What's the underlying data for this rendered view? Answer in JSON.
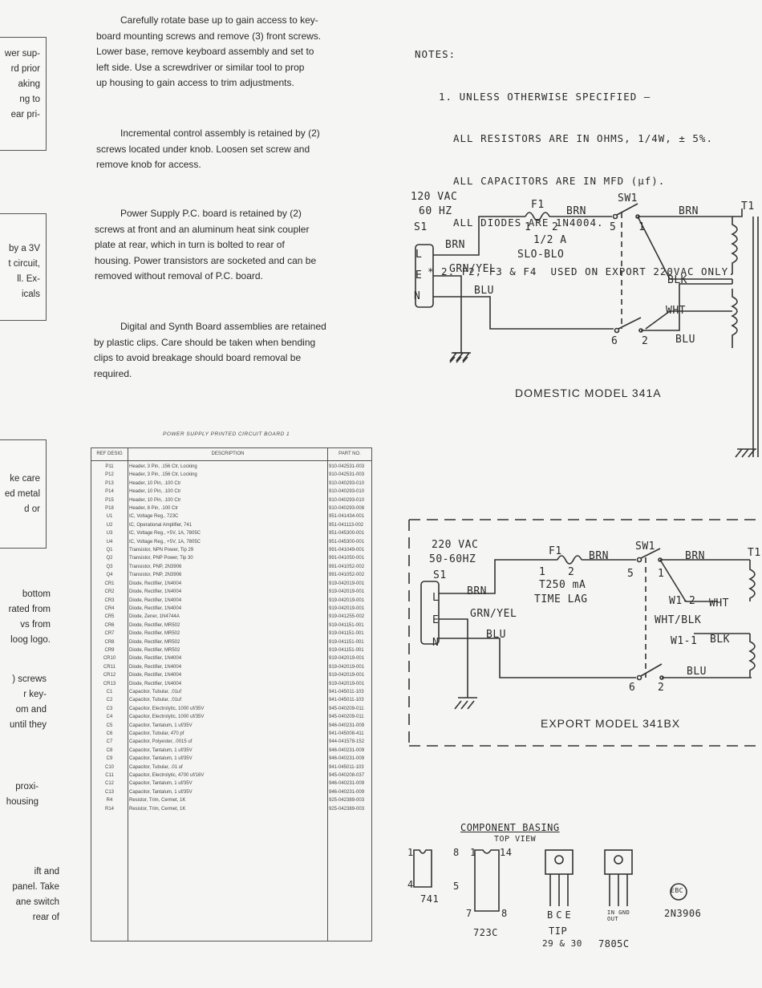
{
  "left_fragments": {
    "box1": [
      "wer sup-",
      "rd prior",
      "aking",
      "ng to",
      "ear pri-"
    ],
    "box2": [
      "by a 3V",
      "t circuit,",
      "ll. Ex-",
      "icals"
    ],
    "box3": [
      "ke care",
      "ed metal",
      "d or"
    ],
    "loose1": [
      "bottom",
      "rated from",
      "vs from",
      "loog logo."
    ],
    "loose2": [
      ") screws",
      "r key-",
      "om and",
      "until they"
    ],
    "loose3": [
      "proxi-",
      "housing"
    ],
    "loose4": [
      "ift and",
      "panel. Take",
      "ane switch",
      "rear of"
    ]
  },
  "paragraphs": [
    [
      "Carefully rotate base up to gain access to key-",
      "board mounting screws and remove (3) front screws.",
      "Lower base, remove keyboard assembly and set to",
      "left side. Use a screwdriver or similar tool to prop",
      "up housing to gain access to trim adjustments."
    ],
    [
      "Incremental control assembly is retained by (2)",
      "screws located under knob. Loosen set screw and",
      "remove knob for access."
    ],
    [
      "Power Supply P.C. board is retained by (2)",
      "screws at front and an aluminum heat sink coupler",
      "plate at rear, which in turn is bolted to rear of",
      "housing. Power transistors are socketed and can be",
      "removed without removal of P.C. board."
    ],
    [
      "Digital and Synth Board assemblies are retained",
      "by plastic clips. Care should be taken when bending",
      "clips to avoid breakage should board removal be",
      "required."
    ]
  ],
  "notes": {
    "title": "NOTES:",
    "lines": [
      "1. UNLESS OTHERWISE SPECIFIED —",
      "ALL RESISTORS ARE IN OHMS, 1/4W, ± 5%.",
      "ALL CAPACITORS ARE IN MFD (µf).",
      "ALL DIODES ARE 1N4004.",
      "* 2. F2, F3 & F4  USED ON EXPORT 220VAC ONLY."
    ]
  },
  "domestic": {
    "input": "120 VAC",
    "freq": "60 HZ",
    "s1": "S1",
    "fuse": "F1",
    "fuse_rating": "1/2 A",
    "fuse_type": "SLO-BLO",
    "switch": "SW1",
    "t1": "T1",
    "pin1": "1",
    "pin2": "2",
    "pin5": "5",
    "pin6": "6",
    "sw_1": "1",
    "sw_2": "2",
    "L": "L",
    "E": "E",
    "N": "N",
    "wire_brn": "BRN",
    "wire_brn2": "BRN",
    "wire_brn3": "BRN",
    "wire_grn": "GRN/YEL",
    "wire_blu": "BLU",
    "wire_blu2": "BLU",
    "wire_blk": "BLK",
    "wire_wht": "WHT",
    "caption": "DOMESTIC MODEL 341A"
  },
  "export": {
    "input": "220 VAC",
    "freq": "50-60HZ",
    "s1": "S1",
    "fuse": "F1",
    "fuse_rating": "T250 mA",
    "fuse_type": "TIME LAG",
    "switch": "SW1",
    "t1": "T1",
    "pin1": "1",
    "pin2": "2",
    "pin5": "5",
    "pin6": "6",
    "sw_1": "1",
    "sw_2": "2",
    "L": "L",
    "E": "E",
    "N": "N",
    "wire_brn": "BRN",
    "wire_brn2": "BRN",
    "wire_brn3": "BRN",
    "wire_grn": "GRN/YEL",
    "wire_blu": "BLU",
    "wire_blu2": "BLU",
    "w12": "W1-2",
    "wht": "WHT",
    "whtblk": "WHT/BLK",
    "w11": "W1-1",
    "blk": "BLK",
    "caption": "EXPORT MODEL 341BX"
  },
  "basing": {
    "title": "COMPONENT  BASING",
    "subtitle": "TOP VIEW",
    "ic741": {
      "name": "741",
      "p1": "1",
      "p4": "4",
      "p5": "5",
      "p8": "8"
    },
    "ic723": {
      "name": "723C",
      "p1": "1",
      "p7": "7",
      "p8": "8",
      "p14": "14"
    },
    "tip": {
      "name": "TIP",
      "name2": "29 & 30",
      "pins": "BCE"
    },
    "reg": {
      "name": "7805C",
      "pins": "IN GND OUT"
    },
    "trans": {
      "name": "2N3906",
      "pins": "EBC"
    }
  },
  "table": {
    "title": "POWER SUPPLY PRINTED CIRCUIT BOARD 1",
    "headers": [
      "REF DESIG",
      "DESCRIPTION",
      "PART NO."
    ],
    "rows": [
      [
        "P11",
        "Header, 3 Pin, .156 Ctr, Locking",
        "910-042531-003"
      ],
      [
        "P12",
        "Header, 3 Pin, .156 Ctr, Locking",
        "910-042531-003"
      ],
      [
        "P13",
        "Header, 10 Pin, .100 Ctr",
        "910-040293-010"
      ],
      [
        "P14",
        "Header, 10 Pin, .100 Ctr",
        "910-040293-010"
      ],
      [
        "P15",
        "Header, 10 Pin, .100 Ctr",
        "910-040293-010"
      ],
      [
        "P18",
        "Header, 8 Pin, .100 Ctr",
        "910-040293-008"
      ],
      [
        "U1",
        "IC, Voltage Reg., 723C",
        "951-041434-001"
      ],
      [
        "U2",
        "IC, Operational Amplifier, 741",
        "951-041113-002"
      ],
      [
        "U3",
        "IC, Voltage Reg., +5V, 1A, 7805C",
        "951-045300-001"
      ],
      [
        "U4",
        "IC, Voltage Reg., +5V, 1A, 7805C",
        "951-045300-001"
      ],
      [
        "Q1",
        "Transistor, NPN Power, Tip 29",
        "991-041049-001"
      ],
      [
        "Q2",
        "Transistor, PNP Power, Tip 30",
        "991-041050-001"
      ],
      [
        "Q3",
        "Transistor, PNP, 2N3906",
        "991-041052-002"
      ],
      [
        "Q4",
        "Transistor, PNP, 2N3906",
        "991-041052-002"
      ],
      [
        "CR1",
        "Diode, Rectifier, 1N4004",
        "919-042019-001"
      ],
      [
        "CR2",
        "Diode, Rectifier, 1N4004",
        "919-042019-001"
      ],
      [
        "CR3",
        "Diode, Rectifier, 1N4004",
        "919-042019-001"
      ],
      [
        "CR4",
        "Diode, Rectifier, 1N4004",
        "919-042019-001"
      ],
      [
        "CR5",
        "Diode, Zener, 1N4744A",
        "919-041255-002"
      ],
      [
        "CR6",
        "Diode, Rectifier, MR502",
        "919-041151-001"
      ],
      [
        "CR7",
        "Diode, Rectifier, MR502",
        "919-041151-001"
      ],
      [
        "CR8",
        "Diode, Rectifier, MR502",
        "919-041151-001"
      ],
      [
        "CR9",
        "Diode, Rectifier, MR502",
        "919-041151-001"
      ],
      [
        "CR10",
        "Diode, Rectifier, 1N4004",
        "919-042019-001"
      ],
      [
        "CR11",
        "Diode, Rectifier, 1N4004",
        "919-042019-001"
      ],
      [
        "CR12",
        "Diode, Rectifier, 1N4004",
        "919-042019-001"
      ],
      [
        "CR13",
        "Diode, Rectifier, 1N4004",
        "919-042019-001"
      ],
      [
        "C1",
        "Capacitor, Tubular, .01uf",
        "941-045011-103"
      ],
      [
        "C2",
        "Capacitor, Tubular, .01uf",
        "941-045011-103"
      ],
      [
        "C3",
        "Capacitor, Electrolytic, 1000 uf/35V",
        "945-040209-011"
      ],
      [
        "C4",
        "Capacitor, Electrolytic, 1000 uf/35V",
        "945-040209-011"
      ],
      [
        "C5",
        "Capacitor, Tantalum, 1 uf/35V",
        "946-040231-009"
      ],
      [
        "C6",
        "Capacitor, Tubular, 470 pf",
        "941-045008-411"
      ],
      [
        "C7",
        "Capacitor, Polyester, .0015 uf",
        "944-041578-152"
      ],
      [
        "C8",
        "Capacitor, Tantalum, 1 uf/35V",
        "946-040231-009"
      ],
      [
        "C9",
        "Capacitor, Tantalum, 1 uf/35V",
        "946-040231-009"
      ],
      [
        "C10",
        "Capacitor, Tubular, .01 uf",
        "941-045011-103"
      ],
      [
        "C11",
        "Capacitor, Electrolytic, 4700 uf/16V",
        "945-040208-037"
      ],
      [
        "C12",
        "Capacitor, Tantalum, 1 uf/35V",
        "946-040231-009"
      ],
      [
        "C13",
        "Capacitor, Tantalum, 1 uf/35V",
        "946-040231-009"
      ],
      [
        "R4",
        "Resistor, Trim, Cermet, 1K",
        "925-042389-003"
      ],
      [
        "R14",
        "Resistor, Trim, Cermet, 1K",
        "925-042389-003"
      ]
    ]
  }
}
